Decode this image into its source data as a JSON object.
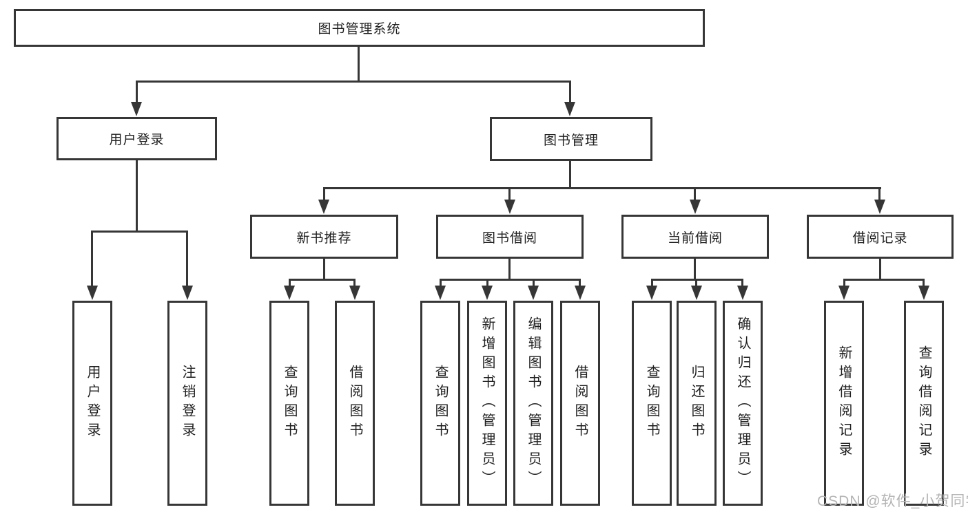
{
  "diagram": {
    "root": {
      "label": "图书管理系统"
    },
    "branches": [
      {
        "label": "用户登录",
        "children": [
          {
            "label": "用户登录"
          },
          {
            "label": "注销登录"
          }
        ]
      },
      {
        "label": "图书管理",
        "groups": [
          {
            "label": "新书推荐",
            "children": [
              {
                "label": "查询图书"
              },
              {
                "label": "借阅图书"
              }
            ]
          },
          {
            "label": "图书借阅",
            "children": [
              {
                "label": "查询图书"
              },
              {
                "label": "新增图书（管理员）"
              },
              {
                "label": "编辑图书（管理员）"
              },
              {
                "label": "借阅图书"
              }
            ]
          },
          {
            "label": "当前借阅",
            "children": [
              {
                "label": "查询图书"
              },
              {
                "label": "归还图书"
              },
              {
                "label": "确认归还（管理员）"
              }
            ]
          },
          {
            "label": "借阅记录",
            "children": [
              {
                "label": "新增借阅记录"
              },
              {
                "label": "查询借阅记录"
              }
            ]
          }
        ]
      }
    ]
  },
  "watermark": {
    "text": "CSDN @软件_小贺同学"
  },
  "colors": {
    "line": "#363636",
    "background": "#ffffff",
    "watermark": "#b4b4b4"
  }
}
